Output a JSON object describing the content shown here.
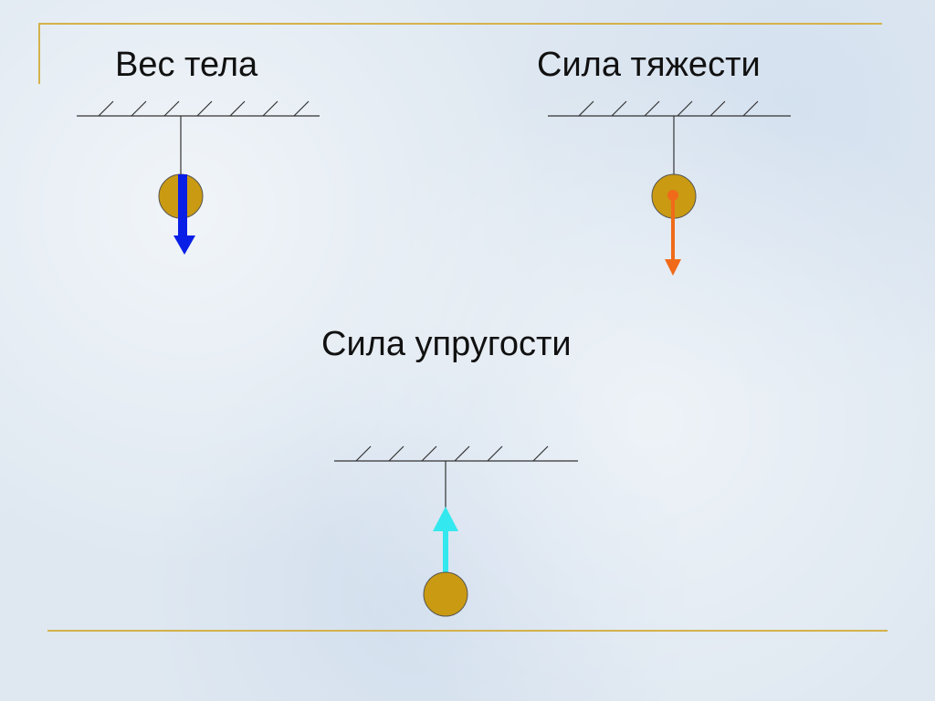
{
  "labels": {
    "weight": "Вес тела",
    "gravity": "Сила тяжести",
    "elastic": "Сила упругости"
  },
  "colors": {
    "frame": "#d4b24c",
    "ball": "#c99a12",
    "weight_arrow": "#0a1fe6",
    "gravity_arrow": "#f06a1a",
    "elastic_arrow": "#33e8ee",
    "line": "#333333"
  }
}
